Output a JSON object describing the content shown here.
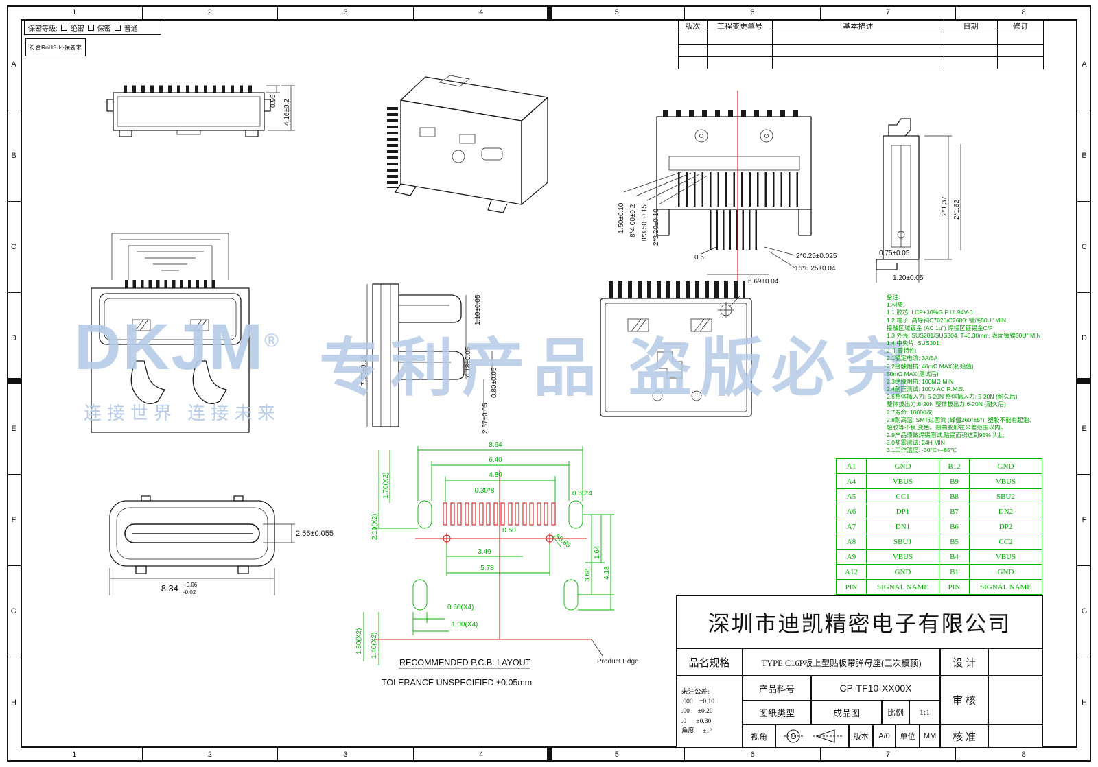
{
  "sheet": {
    "grid_cols": [
      "1",
      "2",
      "3",
      "4",
      "5",
      "6",
      "7",
      "8"
    ],
    "grid_rows": [
      "A",
      "B",
      "C",
      "D",
      "E",
      "F",
      "G",
      "H"
    ]
  },
  "header": {
    "confidentiality_label": "保密等级:",
    "level_1": "绝密",
    "level_2": "保密",
    "level_3": "普通",
    "rohs": "符合RoHS 环保要求"
  },
  "revision_table": {
    "h_rev": "版次",
    "h_ecn": "工程变更单号",
    "h_desc": "基本描述",
    "h_date": "日期",
    "h_mod": "修订"
  },
  "watermark": {
    "brand": "DKJM",
    "reg": "®",
    "slogan": "连接世界  连接未来",
    "patent": "专利产品 盗版必究"
  },
  "views": {
    "side": {
      "dim_a": "0.95",
      "dim_b": "4.16±0.2"
    },
    "front_section": {
      "dim_l1": "1.50±0.10",
      "dim_l2": "8*4.00±0.2",
      "dim_l3": "8*3.50±0.15",
      "dim_l4": "2*3.20±0.10",
      "dim_b1": "0.5",
      "dim_b2": "2*0.25±0.025",
      "dim_b3": "16*0.25±0.04",
      "dim_b4": "6.69±0.04"
    },
    "side_section": {
      "dim_r1": "2*1.37",
      "dim_r2": "2*1.62",
      "dim_b1": "0.75±0.05",
      "dim_b2": "1.20±0.05"
    },
    "mid_section": {
      "dim_r1": "1.10±0.05",
      "dim_r2": "4.18±0.05",
      "dim_r3": "0.80±0.05",
      "dim_r4": "2.57±0.05",
      "dim_l1": "7.35±0.15"
    },
    "face": {
      "dim_h": "2.56±0.055",
      "dim_w": "8.34",
      "dim_w_plus": "+0.06",
      "dim_w_minus": "-0.02"
    }
  },
  "pcb": {
    "title": "RECOMMENDED P.C.B. LAYOUT",
    "tolerance": "TOLERANCE UNSPECIFIED ±0.05mm",
    "product_edge": "Product Edge",
    "dim_w1": "8.64",
    "dim_w2": "6.40",
    "dim_w3": "4.80",
    "dim_pitch": "0.30*8",
    "dim_pad": "0.60*4",
    "dim_h1": "1.70(X2)",
    "dim_h2": "2.10(X2)",
    "dim_c1": "0.50",
    "dim_c2": "3.49",
    "dim_c3": "5.78",
    "dim_r1": "1.64",
    "dim_r2": "3.68",
    "dim_r3": "4.18",
    "dim_radius": "A0.65",
    "dim_b1": "0.60(X4)",
    "dim_b2": "1.00(X4)",
    "dim_b3": "1.80(X2)",
    "dim_b4": "1.40(X2)"
  },
  "notes": {
    "text": "备注:\n1.材质:\n1.1 胶芯: LCP+30%G.F UL94V-0\n1.2 端子: 高导铜C7025/C2680: 镀底50U\" MIN,\n    接触区域镀金 (AC 1u\") 焊接区镀锡金C/F\n1.3 外壳: SUS201/SUS304, T=0.30mm: 表面镀镍50U\" MIN\n1.4 中央片: SUS301:\n2.主要特性:\n2.1额定电流: 3A/5A\n2.2接触阻抗: 40mΩ MAX(初始值)\n        50mΩ MAX(测试后)\n2.3绝缘阻抗: 100MΩ MIN\n2.4耐压测试: 100V AC R.M.S.\n2.6整体插入力: 5-20N  整体插入力: 5-20N (耐久后)\n   整体拔出力:8-20N  整体拔出力:6-20N (耐久后)\n2.7寿命: 10000次\n2.8耐高温: SMT过回流 (峰值260°±5°): 塑胶不能有起泡、\n   融胶等不良,变色。翘曲变形在公差范围以内。\n2.9产品须做焊锡测试,贴锡面积达到95%以上;\n3.0盐雾测试: 24H MIN\n3.1工作温度: -30°C~+85°C"
  },
  "pin_table": {
    "rows": [
      [
        "A1",
        "GND",
        "B12",
        "GND"
      ],
      [
        "A4",
        "VBUS",
        "B9",
        "VBUS"
      ],
      [
        "A5",
        "CC1",
        "B8",
        "SBU2"
      ],
      [
        "A6",
        "DP1",
        "B7",
        "DN2"
      ],
      [
        "A7",
        "DN1",
        "B6",
        "DP2"
      ],
      [
        "A8",
        "SBU1",
        "B5",
        "CC2"
      ],
      [
        "A9",
        "VBUS",
        "B4",
        "VBUS"
      ],
      [
        "A12",
        "GND",
        "B1",
        "GND"
      ],
      [
        "PIN",
        "SIGNAL NAME",
        "PIN",
        "SIGNAL NAME"
      ]
    ]
  },
  "title_block": {
    "company": "深圳市迪凯精密电子有限公司",
    "spec_label": "品名规格",
    "spec_value": "TYPE C16P板上型贴板带弹母座(三次模顶)",
    "part_label": "产品料号",
    "part_value": "CP-TF10-XX00X",
    "type_label": "图纸类型",
    "type_value": "成品图",
    "scale_label": "比例",
    "scale_value": "1:1",
    "design_label": "设  计",
    "review_label": "审  核",
    "approve_label": "核  准",
    "tol_title": "未注公差:",
    "tol_1": ".000    ±0.10",
    "tol_2": ".00     ±0.20",
    "tol_3": ".0      ±0.30",
    "tol_4": "角度     ±1°",
    "view_label": "视角",
    "ver_label": "版本",
    "ver_value": "A/0",
    "unit_label": "单位",
    "unit_value": "MM"
  },
  "colors": {
    "dimension_green": "#00b400",
    "centerline_red": "#d42020",
    "watermark_blue": "#b5cbe7",
    "line_black": "#111111"
  }
}
